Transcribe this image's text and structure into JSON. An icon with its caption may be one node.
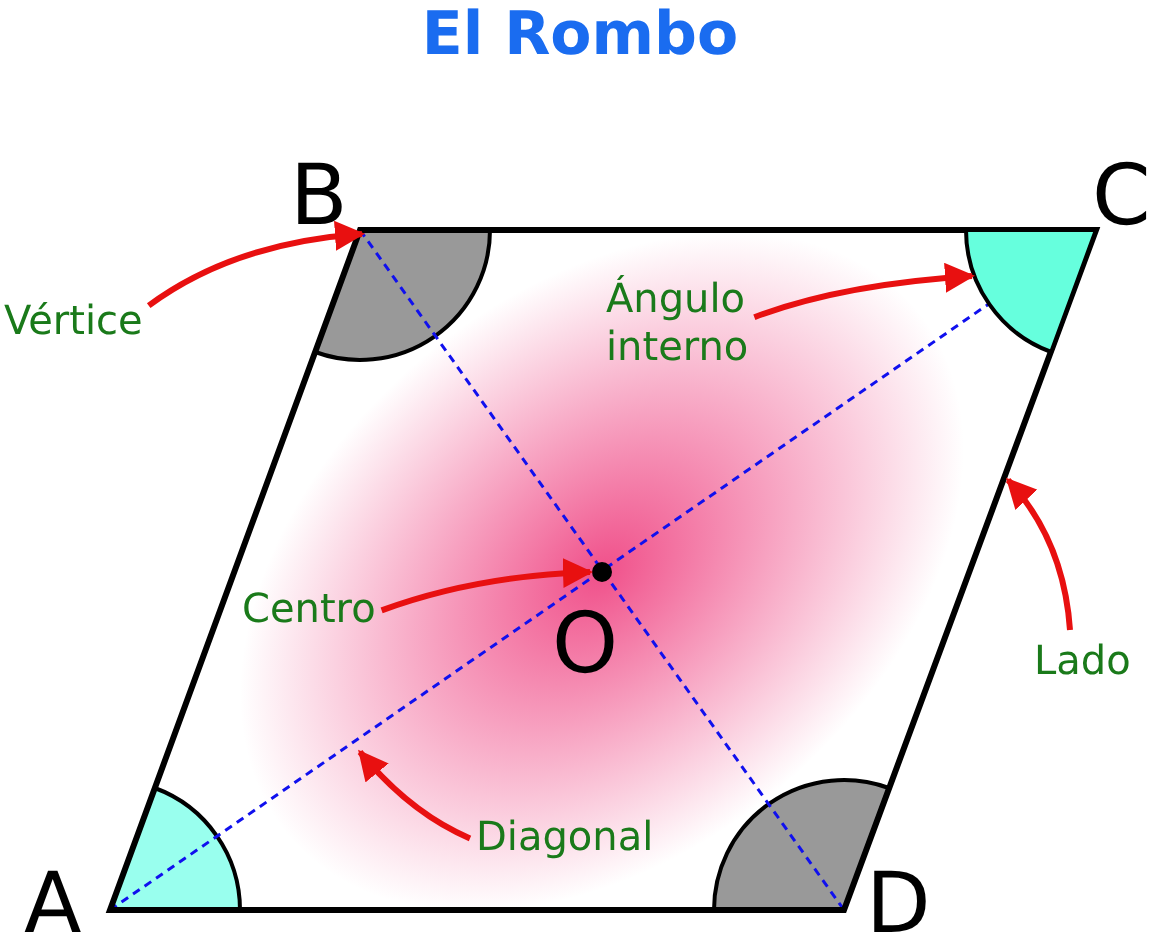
{
  "diagram": {
    "title": "El Rombo",
    "nodes": [
      {
        "text": [
          "Vértice"
        ]
      },
      {
        "text": [
          "Ángulo interno"
        ]
      },
      {
        "text": [
          "Centro"
        ]
      },
      {
        "text": [
          "Diagonal"
        ]
      },
      {
        "text": [
          "Lado"
        ]
      },
      {
        "text": [],
        "shape": "sector"
      },
      {
        "text": [],
        "shape": "circle",
        "beside": [
          "O"
        ]
      },
      {
        "text": [
          "B"
        ]
      }
    ],
    "edges": [
      {
        "from": 0,
        "to": 7,
        "arrow": "to"
      },
      {
        "from": 1,
        "to": 5,
        "arrow": "to"
      },
      {
        "from": 2,
        "to": 6,
        "arrow": "to"
      },
      {
        "from": 3,
        "to": null,
        "arrow": "to"
      },
      {
        "from": 4,
        "to": null,
        "arrow": "to"
      }
    ],
    "labels": [
      "C",
      "A",
      "D"
    ]
  }
}
